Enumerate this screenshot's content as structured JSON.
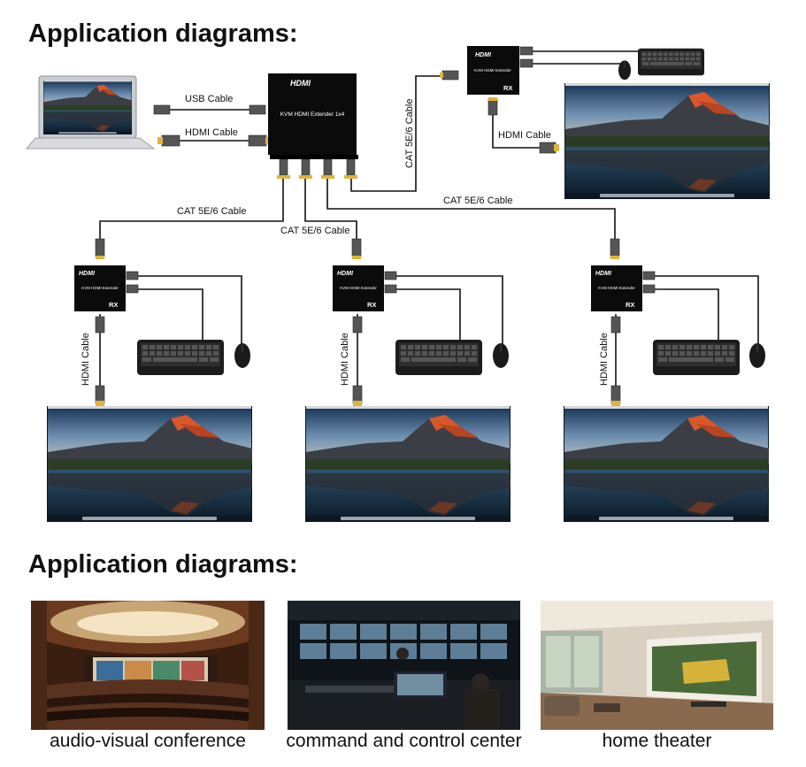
{
  "headings": {
    "top": "Application diagrams:",
    "bottom": "Application diagrams:"
  },
  "transmitter": {
    "logo": "HDMI",
    "model": "KVM HDMI Extender 1x4"
  },
  "receiver": {
    "logo": "HDMI",
    "model": "KVM HDMI Extender",
    "tag": "RX"
  },
  "cables": {
    "usb": "USB Cable",
    "hdmi": "HDMI Cable",
    "cat": "CAT 5E/6 Cable",
    "hdmi_vertical": "HDMI Cable"
  },
  "applications": [
    {
      "caption": "audio-visual conference"
    },
    {
      "caption": "command and control center"
    },
    {
      "caption": "home theater"
    }
  ]
}
